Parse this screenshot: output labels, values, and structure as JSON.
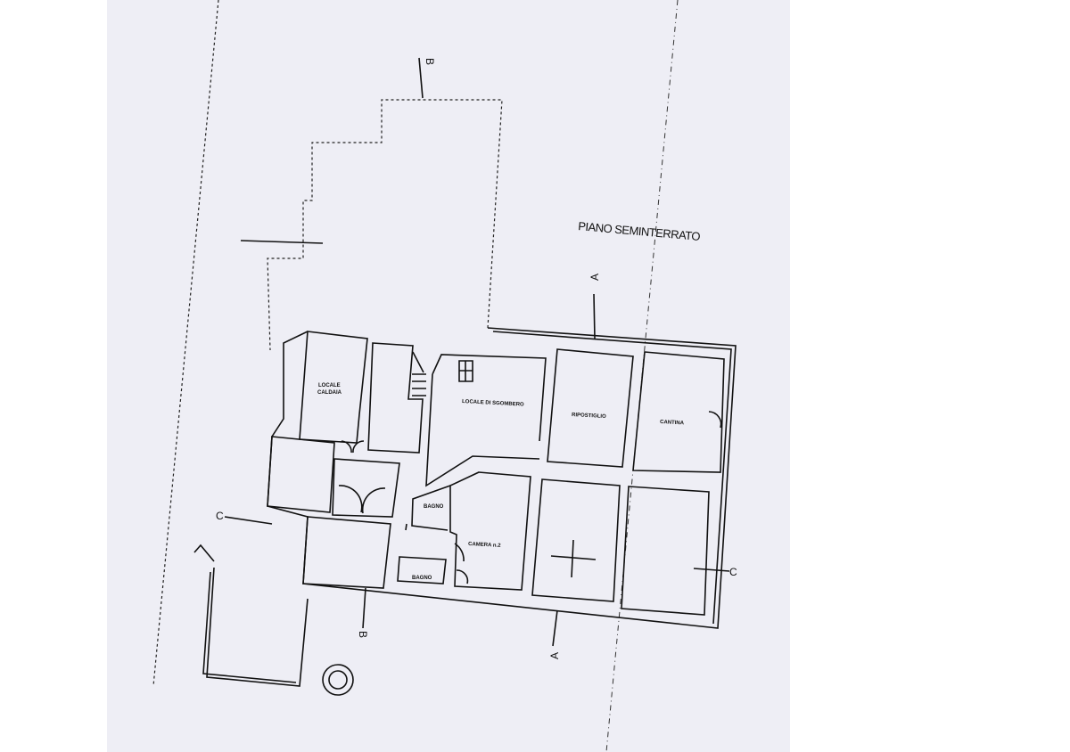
{
  "title": "PIANO SEMINTERRATO",
  "rooms": {
    "caldaia_1": "LOCALE",
    "caldaia_2": "CALDAIA",
    "sgombero": "LOCALE DI SGOMBERO",
    "ripostiglio": "RIPOSTIGLIO",
    "cantina": "CANTINA",
    "bagno_1": "BAGNO",
    "bagno_2": "BAGNO",
    "camera": "CAMERA n.2"
  },
  "sections": {
    "b_top": "B",
    "b_bottom": "B",
    "a_top": "A",
    "a_bottom": "A",
    "c_left": "C",
    "c_right": "C"
  }
}
